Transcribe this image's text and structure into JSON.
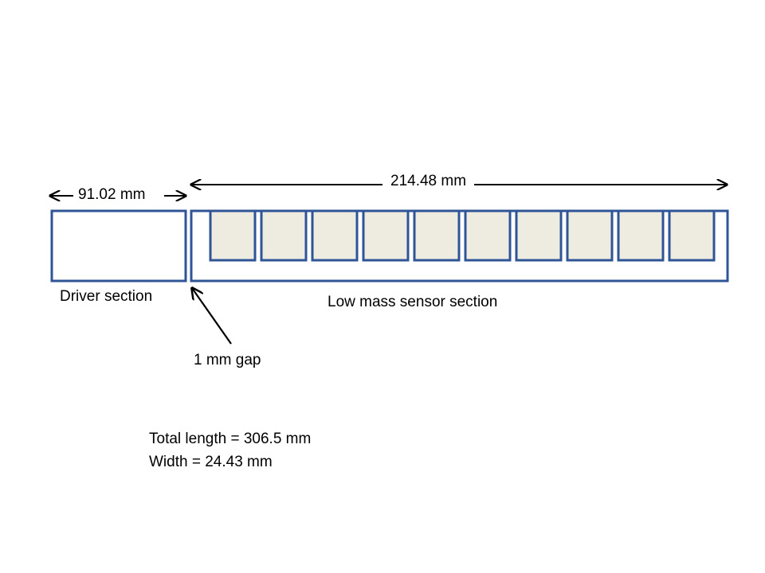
{
  "dimensions": {
    "sensor_length": "214.48 mm",
    "driver_length": "91.02 mm"
  },
  "labels": {
    "driver_section": "Driver section",
    "sensor_section": "Low mass sensor section",
    "gap": "1 mm gap"
  },
  "summary": {
    "total_length": "Total length = 306.5 mm",
    "width": "Width = 24.43 mm"
  },
  "sensor_cells": 10,
  "colors": {
    "outline": "#2f5597",
    "cell_fill": "#eeece1",
    "arrow": "#000000"
  }
}
